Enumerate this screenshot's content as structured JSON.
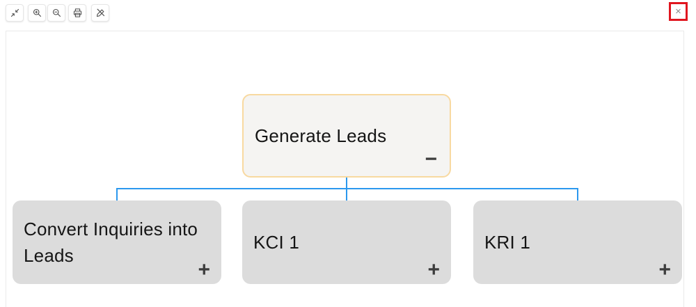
{
  "window": {
    "close_label": "×"
  },
  "toolbar": {
    "buttons": [
      {
        "label": "fit-view"
      },
      {
        "label": "zoom-in"
      },
      {
        "label": "zoom-out"
      },
      {
        "label": "print"
      },
      {
        "label": "edit-off"
      }
    ]
  },
  "orgchart": {
    "root": {
      "label": "Generate Leads",
      "toggle": "−",
      "state": "expanded"
    },
    "children": [
      {
        "label": "Convert Inquiries into Leads",
        "toggle": "+"
      },
      {
        "label": "KCI 1",
        "toggle": "+"
      },
      {
        "label": "KRI 1",
        "toggle": "+"
      }
    ]
  },
  "colors": {
    "connector_blue": "#2b98ee",
    "root_border": "#f8d9a0",
    "root_bg": "#f5f4f2",
    "child_bg": "#dcdcdc",
    "annotation_red": "#e0161f",
    "icon_gray": "#4a4a4a",
    "toggle_gray": "#3d3d3d",
    "button_border": "#e6e6e6",
    "canvas_border": "#eaeaea"
  }
}
